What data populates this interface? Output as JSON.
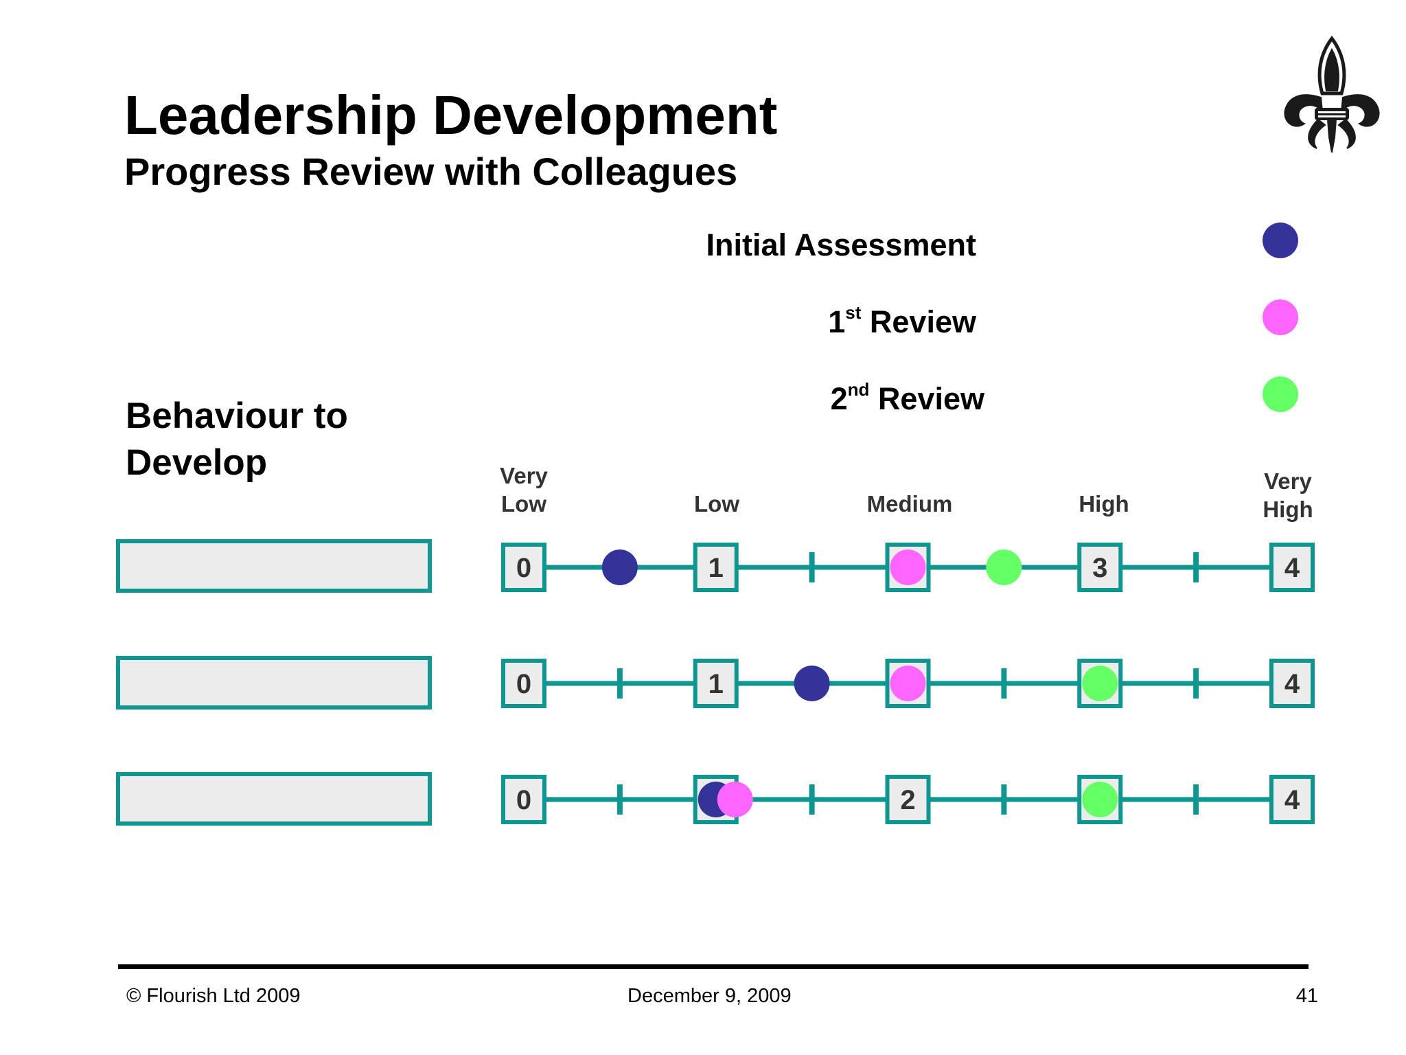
{
  "header": {
    "title": "Leadership Development",
    "subtitle": "Progress Review with Colleagues"
  },
  "logo": {
    "icon": "fleur-de-lis-icon"
  },
  "legend": [
    {
      "label": "Initial Assessment",
      "sup": "",
      "color": "#333399"
    },
    {
      "label": "1",
      "sup": "st",
      "suffix": " Review",
      "color": "#ff66ff"
    },
    {
      "label": "2",
      "sup": "nd",
      "suffix": " Review",
      "color": "#66ff66"
    }
  ],
  "section": {
    "label": "Behaviour to Develop"
  },
  "scale_headings": [
    {
      "text": "Very\nLow"
    },
    {
      "text": "Low"
    },
    {
      "text": "Medium"
    },
    {
      "text": "High"
    },
    {
      "text": "Very\nHigh"
    }
  ],
  "chart_data": {
    "type": "scatter",
    "scale": {
      "min": 0,
      "max": 4,
      "labels": [
        "Very Low",
        "Low",
        "Medium",
        "High",
        "Very High"
      ]
    },
    "series_colors": {
      "Initial Assessment": "#333399",
      "1st Review": "#ff66ff",
      "2nd Review": "#66ff66"
    },
    "rows": [
      {
        "behaviour": "",
        "box_labels": [
          "0",
          "1",
          "",
          "3",
          "4"
        ],
        "initial": 0.5,
        "review1": 2.0,
        "review2": 2.5
      },
      {
        "behaviour": "",
        "box_labels": [
          "0",
          "1",
          "",
          "",
          "4"
        ],
        "initial": 1.5,
        "review1": 2.0,
        "review2": 3.0
      },
      {
        "behaviour": "",
        "box_labels": [
          "0",
          "",
          "2",
          "",
          "4"
        ],
        "initial": 1.0,
        "review1": 1.1,
        "review2": 3.0
      }
    ]
  },
  "footer": {
    "copyright": "© Flourish Ltd 2009",
    "date": "December 9, 2009",
    "page": "41"
  }
}
